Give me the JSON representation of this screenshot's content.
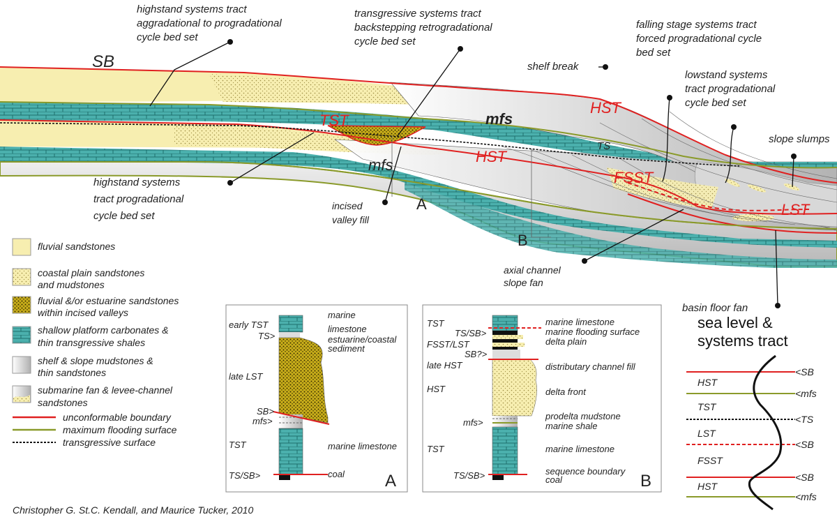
{
  "annotations": {
    "sb": "SB",
    "hst_aggr_1": "highstand systems tract",
    "hst_aggr_2": "aggradational to progradational",
    "hst_aggr_3": "cycle bed set",
    "tst_1": "transgressive systems tract",
    "tst_2": "backstepping retrogradational",
    "tst_3": "cycle bed set",
    "fsst_1": "falling stage systems tract",
    "fsst_2": "forced progradational cycle",
    "fsst_3": "bed set",
    "shelf_break": "shelf break",
    "lst_1": "lowstand systems",
    "lst_2": "tract progradational",
    "lst_3": "cycle bed set",
    "slope_slumps": "slope slumps",
    "hst_prog_1": "highstand systems",
    "hst_prog_2": "tract progradational",
    "hst_prog_3": "cycle bed set",
    "incised_1": "incised",
    "incised_2": "valley fill",
    "axial_1": "axial channel",
    "axial_2": "slope fan",
    "basin_floor_fan": "basin floor fan",
    "tract_tst": "TST",
    "tract_hst_upper": "HST",
    "tract_hst_lower": "HST",
    "tract_fsst": "FSST",
    "tract_lst": "LST",
    "mfs_upper": "mfs",
    "mfs_lower": "mfs",
    "ts_label": "TS",
    "point_a": "A",
    "point_b": "B"
  },
  "legend": {
    "fluvial": "fluvial sandstones",
    "coastal_1": "coastal plain sandstones",
    "coastal_2": "and mudstones",
    "estuarine_1": "fluvial &/or estuarine sandstones",
    "estuarine_2": "within incised valleys",
    "carbonate_1": "shallow platform carbonates &",
    "carbonate_2": "thin transgressive shales",
    "shelf_1": "shelf & slope mudstones &",
    "shelf_2": "thin sandstones",
    "fan_1": "submarine fan & levee-channel",
    "fan_2": "sandstones",
    "unconformable": "unconformable boundary",
    "mfs": "maximum flooding surface",
    "transgressive": "transgressive surface"
  },
  "column_a": {
    "title": "A",
    "left": [
      "early TST",
      "TS>",
      "late LST",
      "SB>",
      "mfs>",
      "TST",
      "TS/SB>"
    ],
    "right_marine": "marine",
    "right_limestone": "limestone",
    "right_est_1": "estuarine/coastal",
    "right_est_2": "sediment",
    "right_marine_limestone": "marine limestone",
    "right_coal": "coal"
  },
  "column_b": {
    "title": "B",
    "left": [
      "TST",
      "TS/SB>",
      "FSST/LST",
      "SB?>",
      "late HST",
      "HST",
      "mfs>",
      "TST",
      "TS/SB>"
    ],
    "right": [
      "marine limestone",
      "marine flooding surface",
      "delta plain",
      "distributary channel fill",
      "delta front",
      "prodelta mudstone",
      "marine shale",
      "marine limestone",
      "sequence boundary",
      "coal"
    ]
  },
  "sea_level": {
    "title_1": "sea level &",
    "title_2": "systems tract",
    "rows": [
      {
        "tract": "HST",
        "boundary": "<SB"
      },
      {
        "tract": "TST",
        "boundary": "<mfs"
      },
      {
        "tract": "LST",
        "boundary": "<TS"
      },
      {
        "tract": "FSST",
        "boundary": "<SB"
      },
      {
        "tract": "HST",
        "boundary": "<SB"
      },
      {
        "tract": "",
        "boundary": "<mfs"
      }
    ]
  },
  "credit": "Christopher G. St.C. Kendall, and Maurice Tucker, 2010",
  "colors": {
    "fluvial": "#f7eeb0",
    "coastal": "#f4e7a0",
    "estuarine": "#c8ad1a",
    "carbonate": "#4bb0ad",
    "mudstone": "#c8c8c8",
    "unconformable": "#e02020",
    "mfs": "#8a9a2a",
    "transgressive": "#111111"
  }
}
